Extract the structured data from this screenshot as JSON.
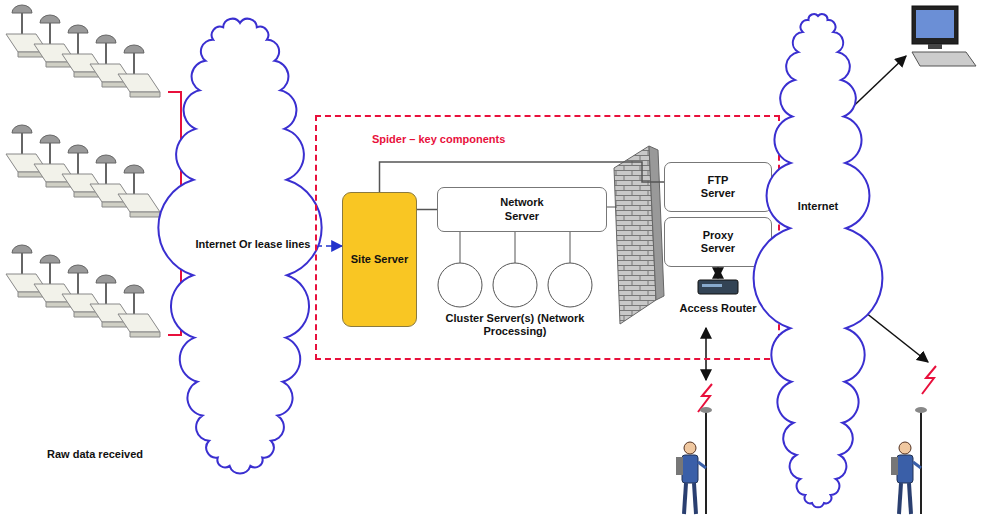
{
  "diagram": {
    "nodes": [
      {
        "text": [
          "Internet Or lease lines"
        ]
      },
      {
        "text": [
          "Spider – key components"
        ]
      },
      {
        "text": [
          "Site Server"
        ],
        "in": 1
      },
      {
        "text": [
          "Network Server"
        ],
        "in": 1
      },
      {
        "text": [
          "FTP Server"
        ],
        "in": 1
      },
      {
        "text": [
          "Proxy Server"
        ],
        "in": 1
      },
      {
        "text": [
          "Internet"
        ]
      }
    ],
    "edges": [
      {
        "from": 0,
        "to": 2,
        "arrow": "to"
      },
      {
        "from": 2,
        "to": 3,
        "arrow": "none"
      },
      {
        "from": 2,
        "to": 4,
        "arrow": "none"
      }
    ],
    "labels": [
      "Raw data received",
      "Cluster Server(s) (Network Processing)",
      "Access Router"
    ]
  }
}
